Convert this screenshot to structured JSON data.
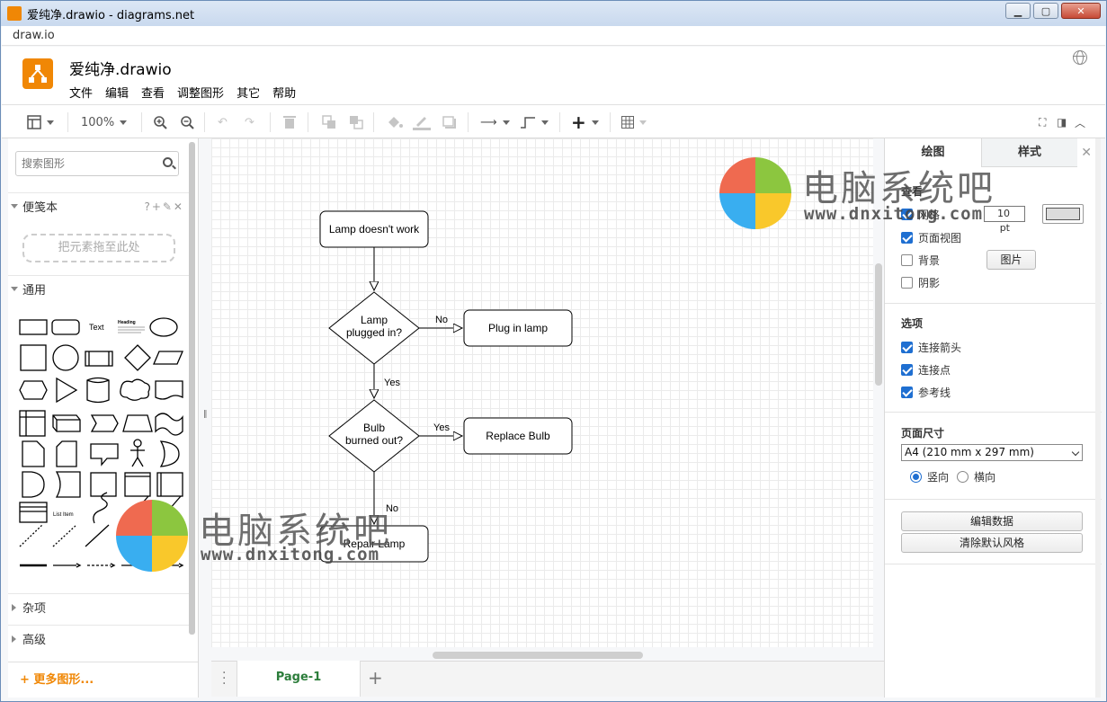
{
  "window": {
    "title": "爱纯净.drawio - diagrams.net",
    "address": "draw.io"
  },
  "header": {
    "doc_name": "爱纯净.drawio",
    "menus": [
      "文件",
      "编辑",
      "查看",
      "调整图形",
      "其它",
      "帮助"
    ]
  },
  "toolbar": {
    "zoom": "100%"
  },
  "left": {
    "search_placeholder": "搜索图形",
    "scratchpad": "便笺本",
    "scratchpad_tools": "?+✎✕",
    "drop_hint": "把元素拖至此处",
    "general": "通用",
    "misc": "杂项",
    "advanced": "高级",
    "more_shapes": "+ 更多图形...",
    "shape_text": "Text",
    "shape_heading": "Heading",
    "shape_list_item": "List Item"
  },
  "diagram": {
    "n1": "Lamp doesn't work",
    "n2a": "Lamp",
    "n2b": "plugged in?",
    "n3": "Plug in lamp",
    "n4a": "Bulb",
    "n4b": "burned out?",
    "n5": "Replace Bulb",
    "n6": "Repair Lamp",
    "e_no1": "No",
    "e_yes1": "Yes",
    "e_yes2": "Yes",
    "e_no2": "No"
  },
  "pages": {
    "tab": "Page-1"
  },
  "right": {
    "tab_diagram": "绘图",
    "tab_style": "样式",
    "view_label": "查看",
    "grid": "网格",
    "grid_size": "10 pt",
    "page_view": "页面视图",
    "background": "背景",
    "image_btn": "图片",
    "shadow": "阴影",
    "options": "选项",
    "connection_arrows": "连接箭头",
    "connection_points": "连接点",
    "guides": "参考线",
    "paper_size": "页面尺寸",
    "paper_value": "A4 (210 mm x 297 mm)",
    "portrait": "竖向",
    "landscape": "横向",
    "edit_data": "编辑数据",
    "clear_style": "清除默认风格"
  },
  "watermark": {
    "brand": "电脑系统吧",
    "url": "www.dnxitong.com"
  },
  "colors": {
    "accent": "#f08705",
    "check": "#1f6fd1",
    "page_tab": "#2c7d3b"
  }
}
